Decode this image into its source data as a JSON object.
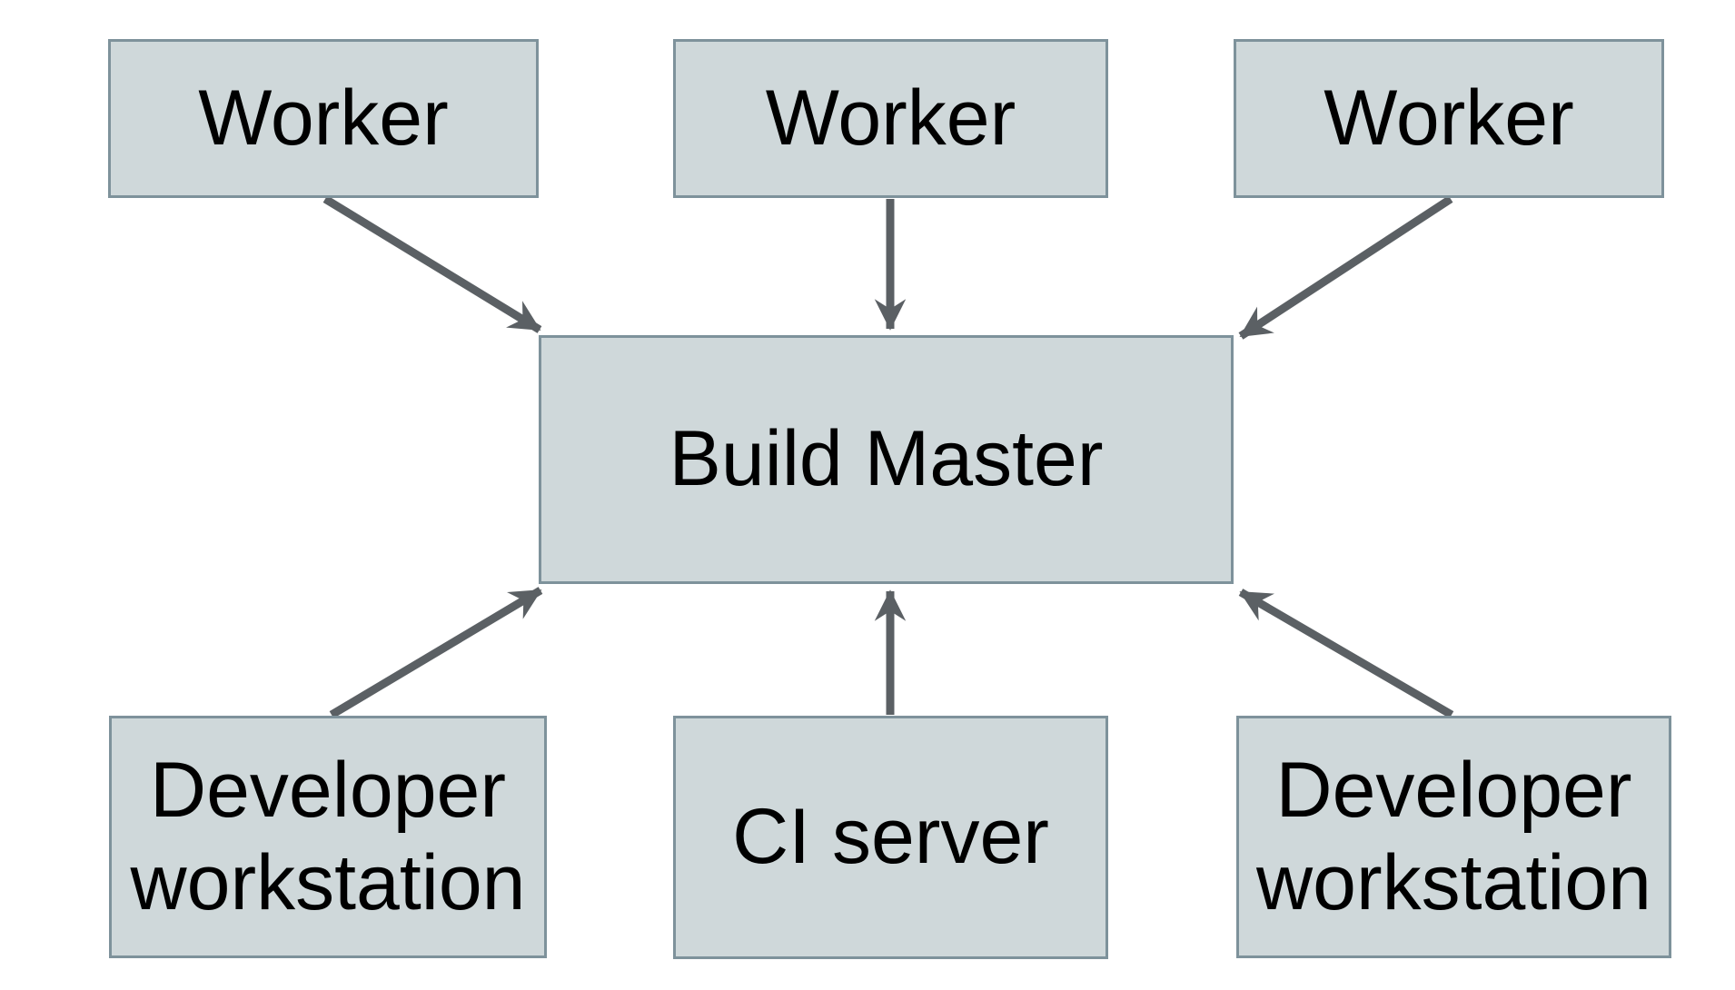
{
  "diagram": {
    "type": "architecture-diagram",
    "nodes": {
      "worker_1": {
        "label": "Worker",
        "row": "top"
      },
      "worker_2": {
        "label": "Worker",
        "row": "top"
      },
      "worker_3": {
        "label": "Worker",
        "row": "top"
      },
      "build_master": {
        "label": "Build Master",
        "row": "middle"
      },
      "developer_workstation_left": {
        "label": "Developer workstation",
        "row": "bottom"
      },
      "ci_server": {
        "label": "CI server",
        "row": "bottom"
      },
      "developer_workstation_right": {
        "label": "Developer workstation",
        "row": "bottom"
      }
    },
    "edges": [
      {
        "from": "worker_1",
        "to": "build_master"
      },
      {
        "from": "worker_2",
        "to": "build_master"
      },
      {
        "from": "worker_3",
        "to": "build_master"
      },
      {
        "from": "developer_workstation_left",
        "to": "build_master"
      },
      {
        "from": "ci_server",
        "to": "build_master"
      },
      {
        "from": "developer_workstation_right",
        "to": "build_master"
      }
    ],
    "colors": {
      "node_fill": "#cfd8da",
      "node_border": "#7e929b",
      "arrow": "#5b6064",
      "text": "#000000",
      "background": "#ffffff"
    }
  }
}
